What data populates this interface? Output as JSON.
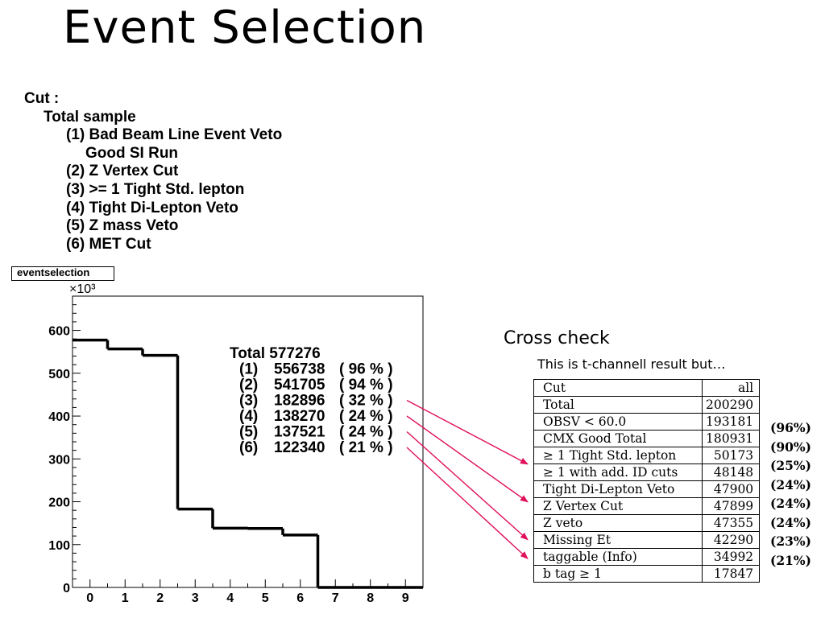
{
  "slide": {
    "title": "Event Selection"
  },
  "cuts_list": {
    "heading": "Cut :",
    "items": [
      {
        "text": "Total  sample",
        "level": 1
      },
      {
        "text": "(1) Bad Beam Line Event Veto",
        "level": 2
      },
      {
        "text": "Good SI Run",
        "level": 3
      },
      {
        "text": "(2)  Z Vertex Cut",
        "level": 2
      },
      {
        "text": "(3)  >= 1 Tight Std. lepton",
        "level": 2
      },
      {
        "text": "(4) Tight Di-Lepton Veto",
        "level": 2
      },
      {
        "text": "(5)  Z mass Veto",
        "level": 2
      },
      {
        "text": "(6)  MET Cut",
        "level": 2
      }
    ]
  },
  "chart_data": {
    "type": "bar",
    "style": "step-histogram",
    "title": "eventselection",
    "y_multiplier": "×10³",
    "x": [
      0,
      1,
      2,
      3,
      4,
      5,
      6,
      7,
      8,
      9
    ],
    "values": [
      577.276,
      556.738,
      541.705,
      182.896,
      138.27,
      137.521,
      122.34,
      0,
      0,
      0
    ],
    "xlim": [
      -0.5,
      9.5
    ],
    "ylim": [
      0,
      680
    ],
    "x_ticks": [
      "0",
      "1",
      "2",
      "3",
      "4",
      "5",
      "6",
      "7",
      "8",
      "9"
    ],
    "y_ticks": [
      0,
      100,
      200,
      300,
      400,
      500,
      600
    ],
    "y_tick_labels": [
      "0",
      "100",
      "200",
      "300",
      "400",
      "500",
      "600"
    ],
    "annotation": {
      "total_label": "Total  577276",
      "rows": [
        {
          "label": "(1)",
          "count": "556738",
          "pct": "( 96 % )"
        },
        {
          "label": "(2)",
          "count": "541705",
          "pct": "( 94 % )"
        },
        {
          "label": "(3)",
          "count": "182896",
          "pct": "( 32 % )"
        },
        {
          "label": "(4)",
          "count": "138270",
          "pct": "( 24 % )"
        },
        {
          "label": "(5)",
          "count": "137521",
          "pct": "( 24 % )"
        },
        {
          "label": "(6)",
          "count": "122340",
          "pct": "( 21 % )"
        }
      ]
    },
    "arrow_color": "#e0105c",
    "arrows": [
      {
        "from_row": 2,
        "to_row": 4
      },
      {
        "from_row": 3,
        "to_row": 6
      },
      {
        "from_row": 4,
        "to_row": 8
      },
      {
        "from_row": 5,
        "to_row": 9
      }
    ]
  },
  "cross_check": {
    "title": "Cross check",
    "subtitle": "This is t-channell result but…",
    "header": {
      "name": "Cut",
      "value": "all"
    },
    "rows": [
      {
        "name": "Total",
        "value": "200290",
        "pct": ""
      },
      {
        "name": "OBSV < 60.0",
        "value": "193181",
        "pct": "(96%)"
      },
      {
        "name": "CMX Good Total",
        "value": "180931",
        "pct": "(90%)"
      },
      {
        "name": "≥ 1 Tight Std. lepton",
        "value": "50173",
        "pct": "(25%)"
      },
      {
        "name": "≥ 1 with add. ID cuts",
        "value": "48148",
        "pct": "(24%)"
      },
      {
        "name": "Tight Di-Lepton Veto",
        "value": "47900",
        "pct": "(24%)"
      },
      {
        "name": "Z Vertex Cut",
        "value": "47899",
        "pct": "(24%)"
      },
      {
        "name": "Z veto",
        "value": "47355",
        "pct": "(23%)"
      },
      {
        "name": "Missing Et",
        "value": "42290",
        "pct": "(21%)"
      },
      {
        "name": "taggable (Info)",
        "value": "34992",
        "pct": ""
      },
      {
        "name": "b tag ≥ 1",
        "value": "17847",
        "pct": ""
      }
    ]
  }
}
